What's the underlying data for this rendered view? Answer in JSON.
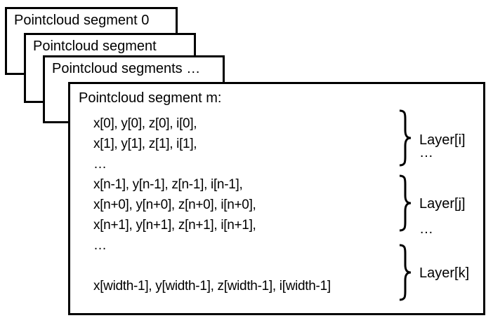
{
  "stack_boxes": [
    {
      "label": "Pointcloud segment 0"
    },
    {
      "label": "Pointcloud segment"
    },
    {
      "label": "Pointcloud segments …"
    }
  ],
  "main_box": {
    "title": "Pointcloud segment m:",
    "lines": [
      "x[0], y[0], z[0], i[0],",
      "x[1], y[1], z[1], i[1],",
      "…",
      "x[n-1], y[n-1], z[n-1], i[n-1],",
      "x[n+0], y[n+0], z[n+0], i[n+0],",
      "x[n+1], y[n+1], z[n+1], i[n+1],",
      "…",
      "",
      "x[width-1], y[width-1], z[width-1], i[width-1]"
    ]
  },
  "layers": [
    {
      "label": "Layer[i]",
      "ellipsis": "…"
    },
    {
      "label": "Layer[j]",
      "ellipsis": "…"
    },
    {
      "label": "Layer[k]",
      "ellipsis": ""
    }
  ],
  "colors": {
    "ink": "#000000",
    "paper": "#ffffff"
  }
}
